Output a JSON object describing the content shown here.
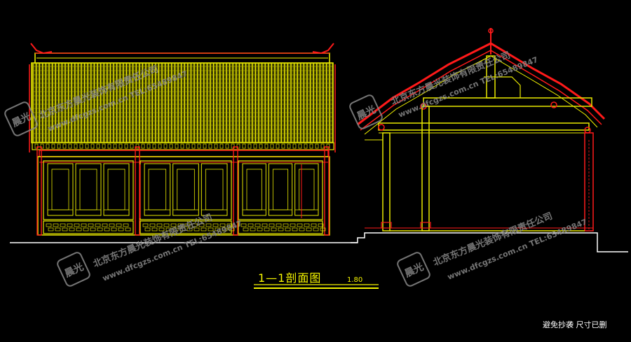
{
  "drawing": {
    "title": "1—1剖面图",
    "scale": "1.80",
    "note": "避免抄袭 尺寸已删"
  },
  "watermark": {
    "company": "北京东方晨光装饰有限责任公司",
    "url": "www.dfcgzs.com.cn",
    "tel": "TEL:65489847",
    "seal": "晨光",
    "color": "#8a8a8a"
  },
  "colors": {
    "background": "#000000",
    "roof": "#f6f600",
    "frame": "#e8e800",
    "beam_red": "#ff1a1a",
    "ground": "#ffffff"
  }
}
